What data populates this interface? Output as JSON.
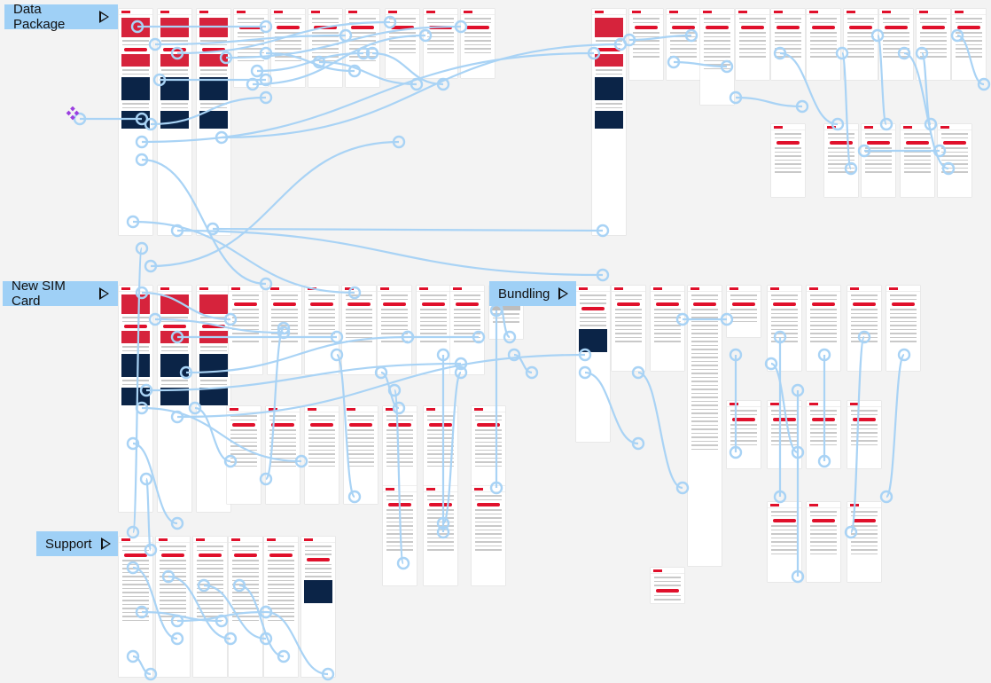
{
  "flows": {
    "data_package": "Data Package",
    "new_sim_card": "New SIM Card",
    "bundling": "Bundling",
    "support": "Support"
  },
  "icons": {
    "flow_play": "play-icon",
    "flow_start": "diamond-cluster-icon"
  },
  "colors": {
    "canvas": "#f3f3f3",
    "flow_label": "#9fd0f6",
    "connector": "#a9d3f5",
    "brand_red": "#e0102b",
    "navy": "#0b2447",
    "start_purple": "#9b3fe0"
  }
}
